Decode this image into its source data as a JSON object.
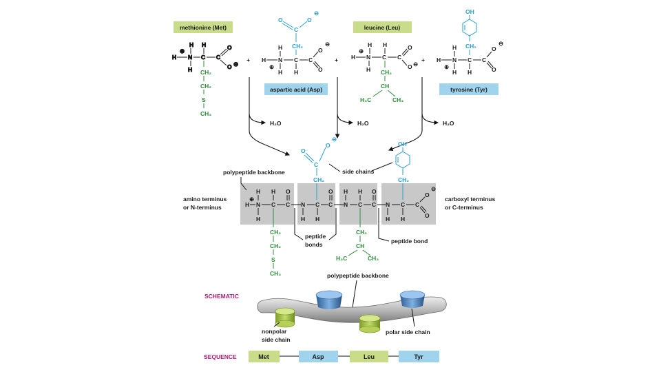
{
  "reactants": {
    "met": {
      "label": "methionine (Met)"
    },
    "asp": {
      "label": "aspartic acid (Asp)"
    },
    "leu": {
      "label": "leucine (Leu)"
    },
    "tyr": {
      "label": "tyrosine (Tyr)"
    }
  },
  "atoms": {
    "H": "H",
    "N": "N",
    "C": "C",
    "O": "O",
    "S": "S",
    "OH": "OH",
    "CH2": "CH₂",
    "CH3": "CH₃",
    "CH": "CH",
    "H3C": "H₃C",
    "plus": "+",
    "minus": "⊖",
    "pos": "⊕"
  },
  "water": "H₂O",
  "labels": {
    "backbone_top": "polypeptide backbone",
    "side_chains": "side chains",
    "amino_terminus": [
      "amino terminus",
      "or N-terminus"
    ],
    "carboxyl_terminus": [
      "carboxyl terminus",
      "or C-terminus"
    ],
    "peptide_bonds": [
      "peptide",
      "bonds"
    ],
    "peptide_bond": "peptide bond",
    "backbone_schematic": "polypeptide backbone",
    "nonpolar": [
      "nonpolar",
      "side chain"
    ],
    "polar": "polar side chain"
  },
  "schematic_title": "SCHEMATIC",
  "sequence_title": "SEQUENCE",
  "sequence": [
    "Met",
    "Asp",
    "Leu",
    "Tyr"
  ],
  "colors": {
    "green_tag": "#c9dc8a",
    "blue_tag": "#9fd3ee",
    "backbone_box": "#c8c8c8",
    "green_chain": "#2e8b3a",
    "blue_chain": "#2a9fd0",
    "magenta": "#b0186e"
  }
}
